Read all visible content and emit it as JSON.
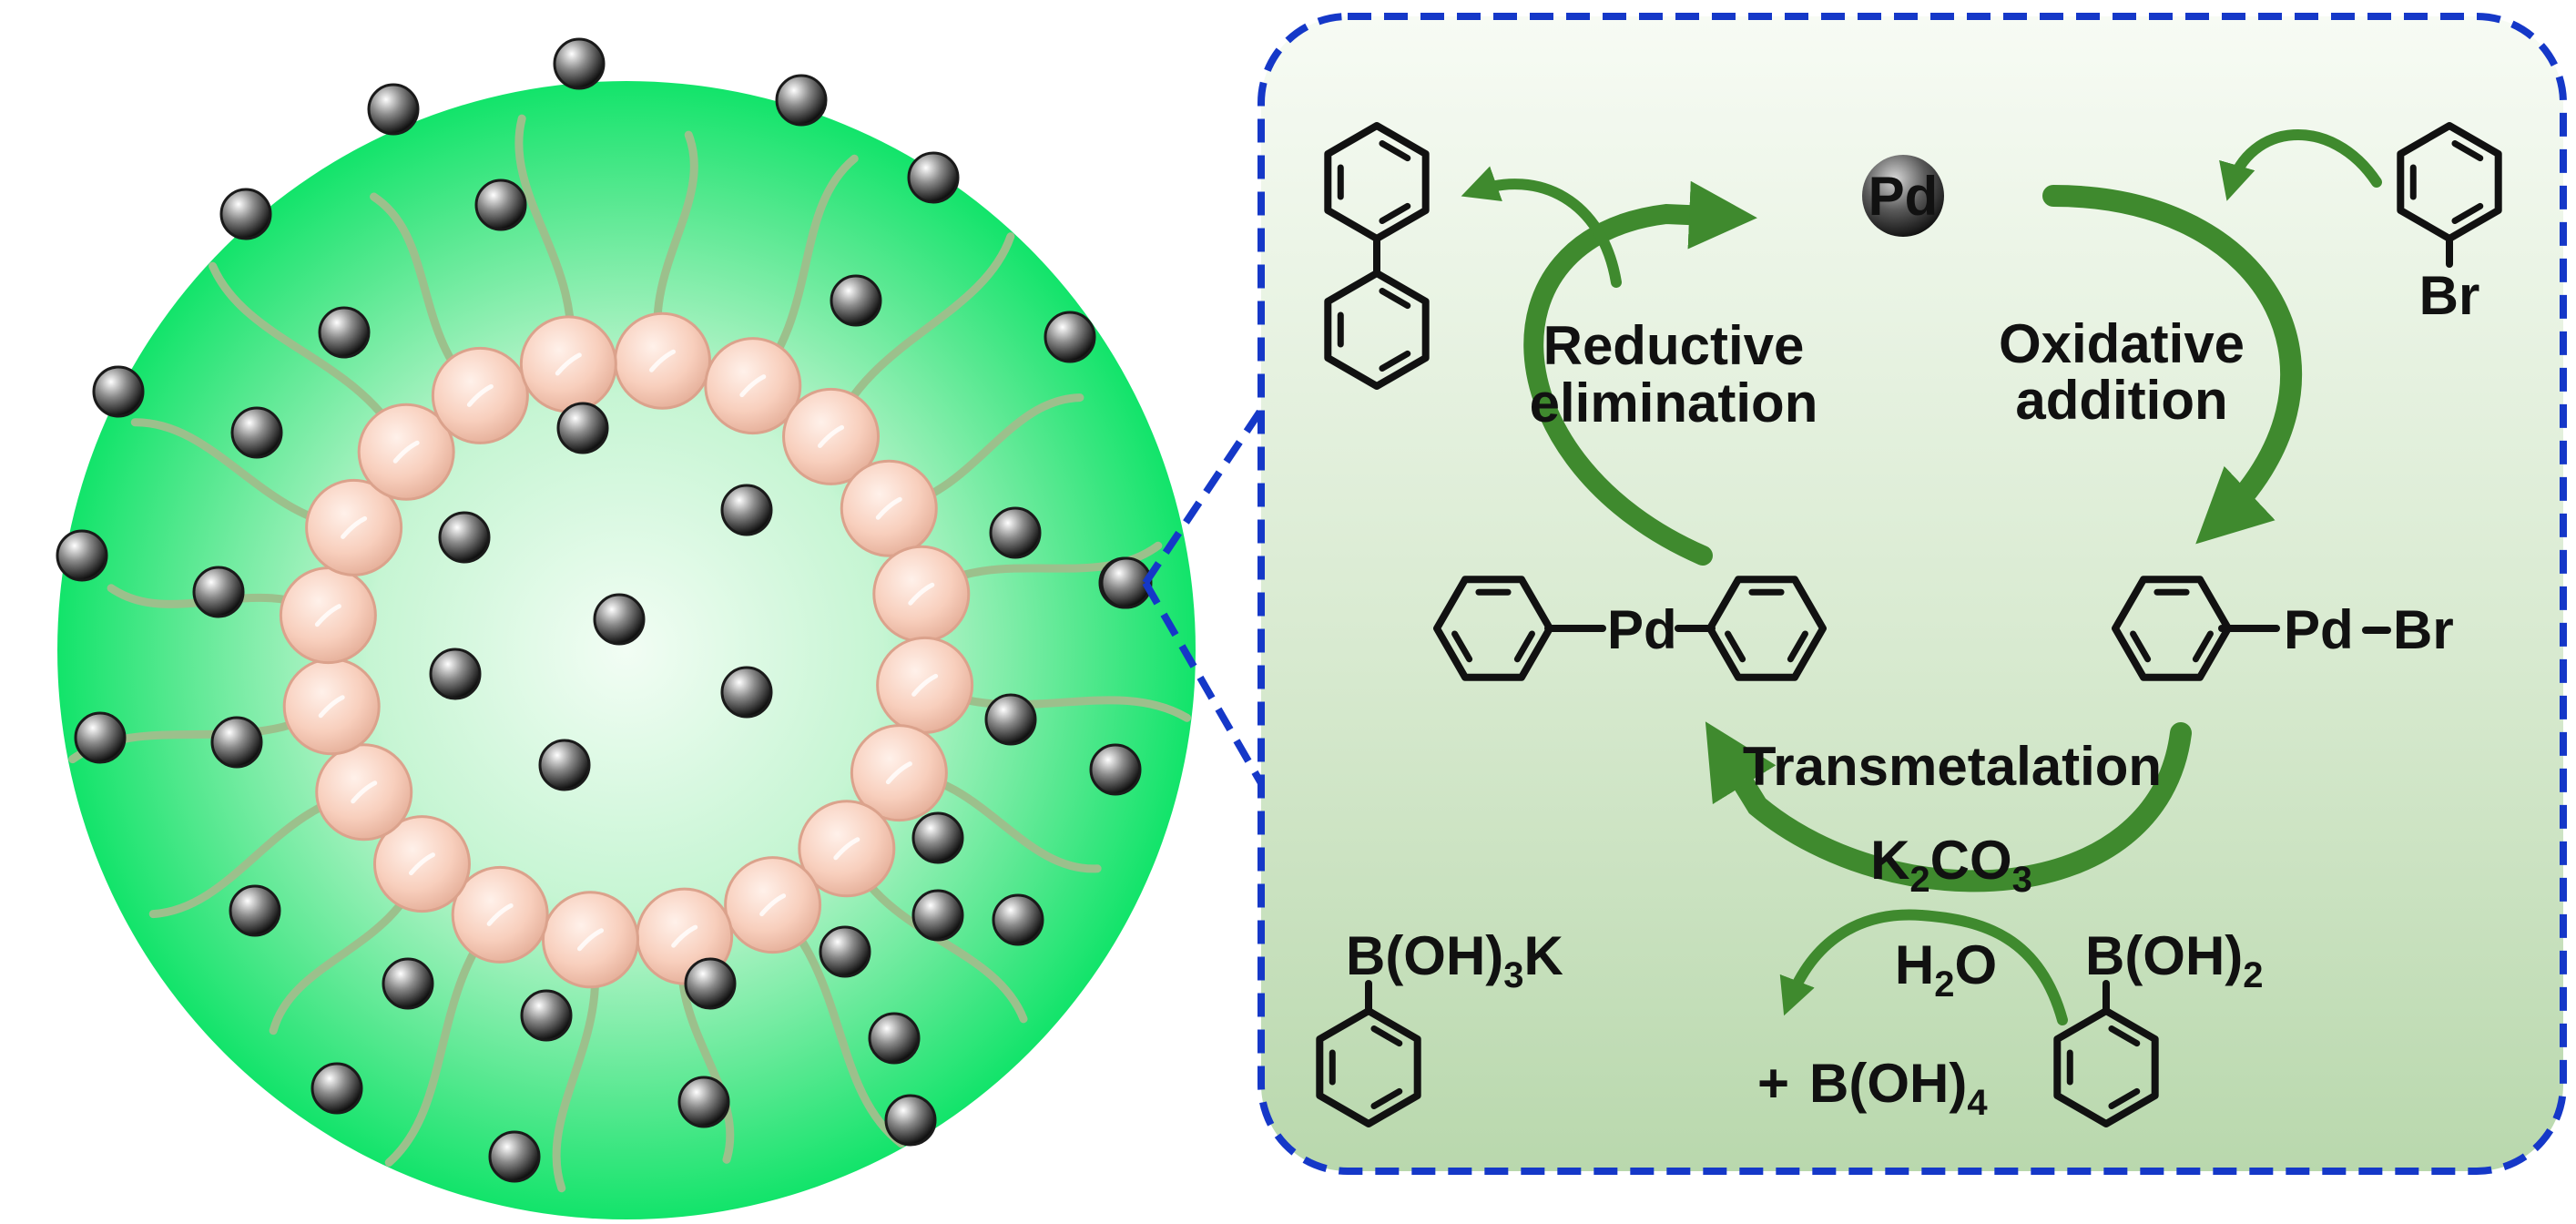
{
  "diagram": {
    "title": "",
    "colors": {
      "micelle_edge": "#12e46a",
      "micelle_center": "#f2fdf4",
      "head_group": "#f8cfbd",
      "tail": "#9cc08c",
      "panel_border": "#1538c8",
      "panel_fill_top": "#f7fbf4",
      "panel_fill_bottom": "#b9d8ad",
      "arrow": "#3f8a2e",
      "particle": "#4a4a4a"
    },
    "micelle": {
      "structures": [
        "surfactant-micelle",
        "pd-nanoparticles",
        "head-groups",
        "hydrophobic-tails"
      ]
    },
    "cycle": {
      "catalyst_label": "Pd",
      "steps": {
        "reductive_elimination": [
          "Reductive",
          "elimination"
        ],
        "oxidative_addition": [
          "Oxidative",
          "addition"
        ],
        "transmetalation": "Transmetalation"
      },
      "reagents": {
        "aryl_halide_label": "Br",
        "pd_br_complex": {
          "pd": "Pd",
          "halide": "Br"
        },
        "diaryl_pd_complex": {
          "pd": "Pd"
        },
        "base": {
          "main": "K",
          "sub1": "2",
          "mid": "CO",
          "sub2": "3"
        },
        "solvent": {
          "main": "H",
          "sub": "2",
          "tail": "O"
        },
        "boronic_acid": {
          "main": "B(OH)",
          "sub": "2"
        },
        "borate_salt": {
          "main": "B(OH)",
          "sub": "3",
          "tail": "K"
        },
        "byproduct": {
          "plus": "+",
          "main": "B(OH)",
          "sub": "4"
        }
      },
      "product": "biphenyl"
    }
  }
}
